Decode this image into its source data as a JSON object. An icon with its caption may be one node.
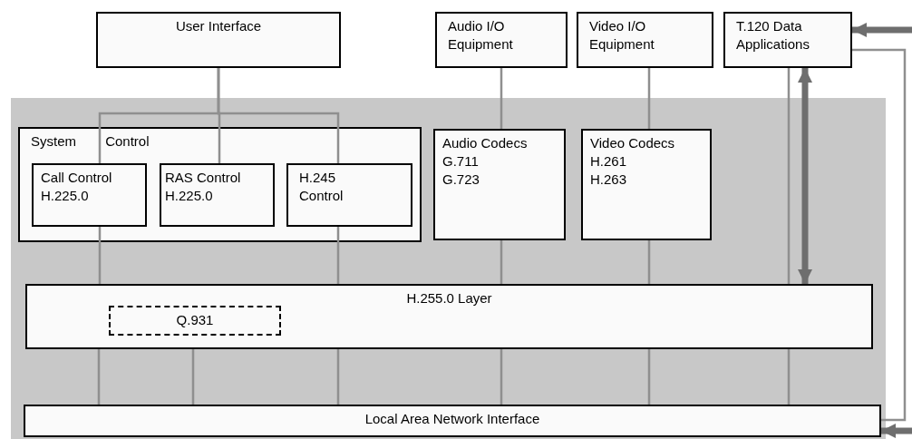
{
  "diagram": {
    "nodes": [
      {
        "text": [
          "User Interface"
        ]
      },
      {
        "text": [
          "Audio I/O Equipment"
        ]
      },
      {
        "text": [
          "Video I/O Equipment"
        ]
      },
      {
        "text": [
          "T.120 Data Applications"
        ]
      },
      {
        "text": [
          "System Control"
        ]
      },
      {
        "text": [
          "Call Control H.225.0"
        ],
        "in": 4
      },
      {
        "text": [
          "RAS Control H.225.0"
        ],
        "in": 4
      },
      {
        "text": [
          "H.245 Control"
        ],
        "in": 4
      },
      {
        "text": [
          "Audio Codecs",
          "G.711",
          "G.723"
        ]
      },
      {
        "text": [
          "Video Codecs",
          "H.261",
          "H.263"
        ]
      },
      {
        "text": [
          "H.255.0 Layer"
        ]
      },
      {
        "text": [
          "Q.931"
        ],
        "in": 10
      },
      {
        "text": [
          "Local Area Network Interface"
        ]
      }
    ],
    "edges": [
      {
        "from": 0,
        "to": 5,
        "arrow": "none"
      },
      {
        "from": 0,
        "to": 6,
        "arrow": "none"
      },
      {
        "from": 0,
        "to": 7,
        "arrow": "none"
      },
      {
        "from": 1,
        "to": 8,
        "arrow": "none"
      },
      {
        "from": 2,
        "to": 9,
        "arrow": "none"
      },
      {
        "from": 3,
        "to": 10,
        "arrow": "none"
      },
      {
        "from": 3,
        "to": 10,
        "arrow": "both",
        "style": "thick",
        "color": "#6e6e6e"
      },
      {
        "from": null,
        "to": 3,
        "arrow": "to",
        "style": "thick",
        "color": "#6e6e6e"
      },
      {
        "from": 3,
        "to": 12,
        "arrow": "none"
      },
      {
        "from": null,
        "to": 12,
        "arrow": "to",
        "style": "thick",
        "color": "#6e6e6e"
      },
      {
        "from": 5,
        "to": 10,
        "arrow": "none"
      },
      {
        "from": 7,
        "to": 10,
        "arrow": "none"
      },
      {
        "from": 8,
        "to": 10,
        "arrow": "none"
      },
      {
        "from": 9,
        "to": 10,
        "arrow": "none"
      },
      {
        "from": 10,
        "to": 12,
        "arrow": "none"
      },
      {
        "from": 10,
        "to": 12,
        "arrow": "none"
      },
      {
        "from": 10,
        "to": 12,
        "arrow": "none"
      },
      {
        "from": 10,
        "to": 12,
        "arrow": "none"
      },
      {
        "from": 10,
        "to": 12,
        "arrow": "none"
      },
      {
        "from": 10,
        "to": 12,
        "arrow": "none"
      }
    ]
  }
}
